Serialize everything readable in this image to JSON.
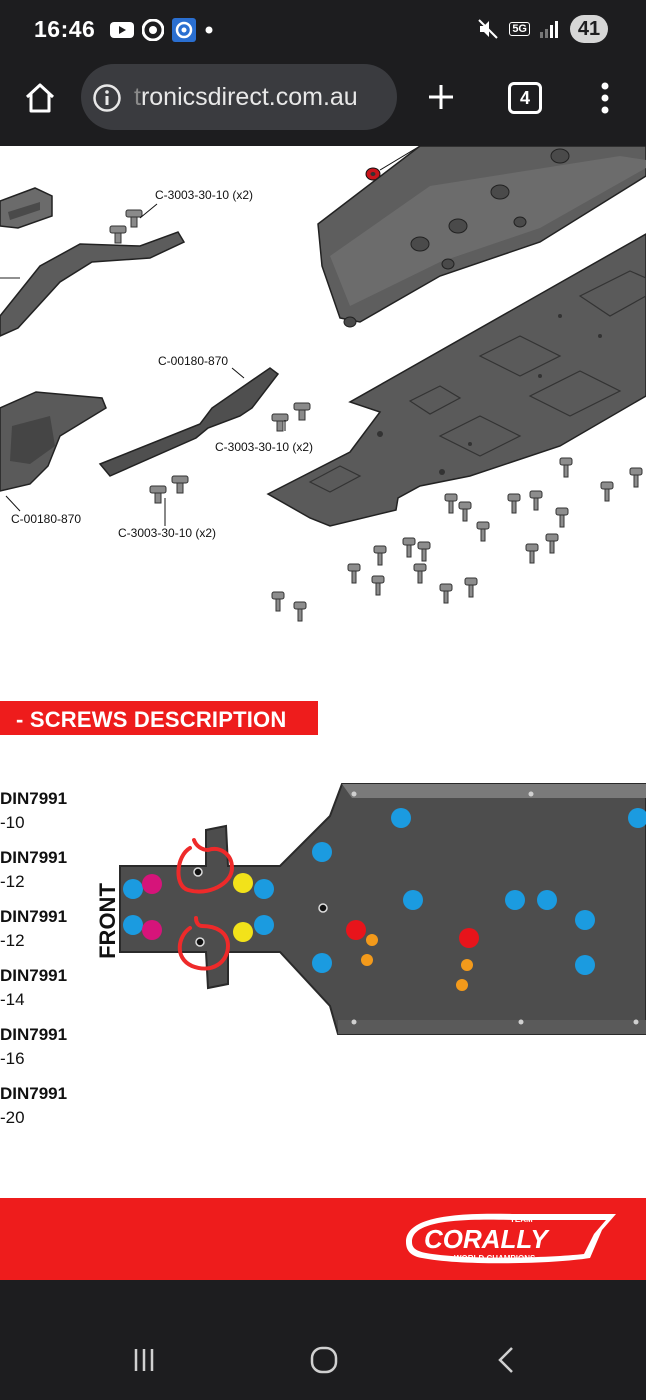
{
  "status_bar": {
    "time": "16:46",
    "network": "5G",
    "battery": "41"
  },
  "browser": {
    "url_prefix": "t",
    "url": "ronicsdirect.com.au",
    "tab_count": "4"
  },
  "diagram": {
    "labels": [
      "C-3003-30-10 (x2)",
      "C-00180-870",
      "C-3003-30-10 (x2)",
      "C-00180-870",
      "C-3003-30-10 (x2)"
    ],
    "section_title": "- SCREWS DESCRIPTION",
    "screws": [
      {
        "code": "DIN7991",
        "size": "-10"
      },
      {
        "code": "DIN7991",
        "size": "-12"
      },
      {
        "code": "DIN7991",
        "size": "-12"
      },
      {
        "code": "DIN7991",
        "size": "-14"
      },
      {
        "code": "DIN7991",
        "size": "-16"
      },
      {
        "code": "DIN7991",
        "size": "-20"
      }
    ],
    "front_label": "FRONT",
    "logo_text": "CORALLY",
    "logo_team": "TEAM",
    "logo_tagline": "WORLD CHAMPIONS"
  },
  "colors": {
    "accent_red": "#ee1c1c",
    "dot_blue": "#1b9be0",
    "dot_magenta": "#d6147a",
    "dot_yellow": "#f2e21a",
    "dot_orange": "#f39a1b",
    "dot_red": "#e8141b",
    "bar_bg": "#1d1d1f"
  }
}
